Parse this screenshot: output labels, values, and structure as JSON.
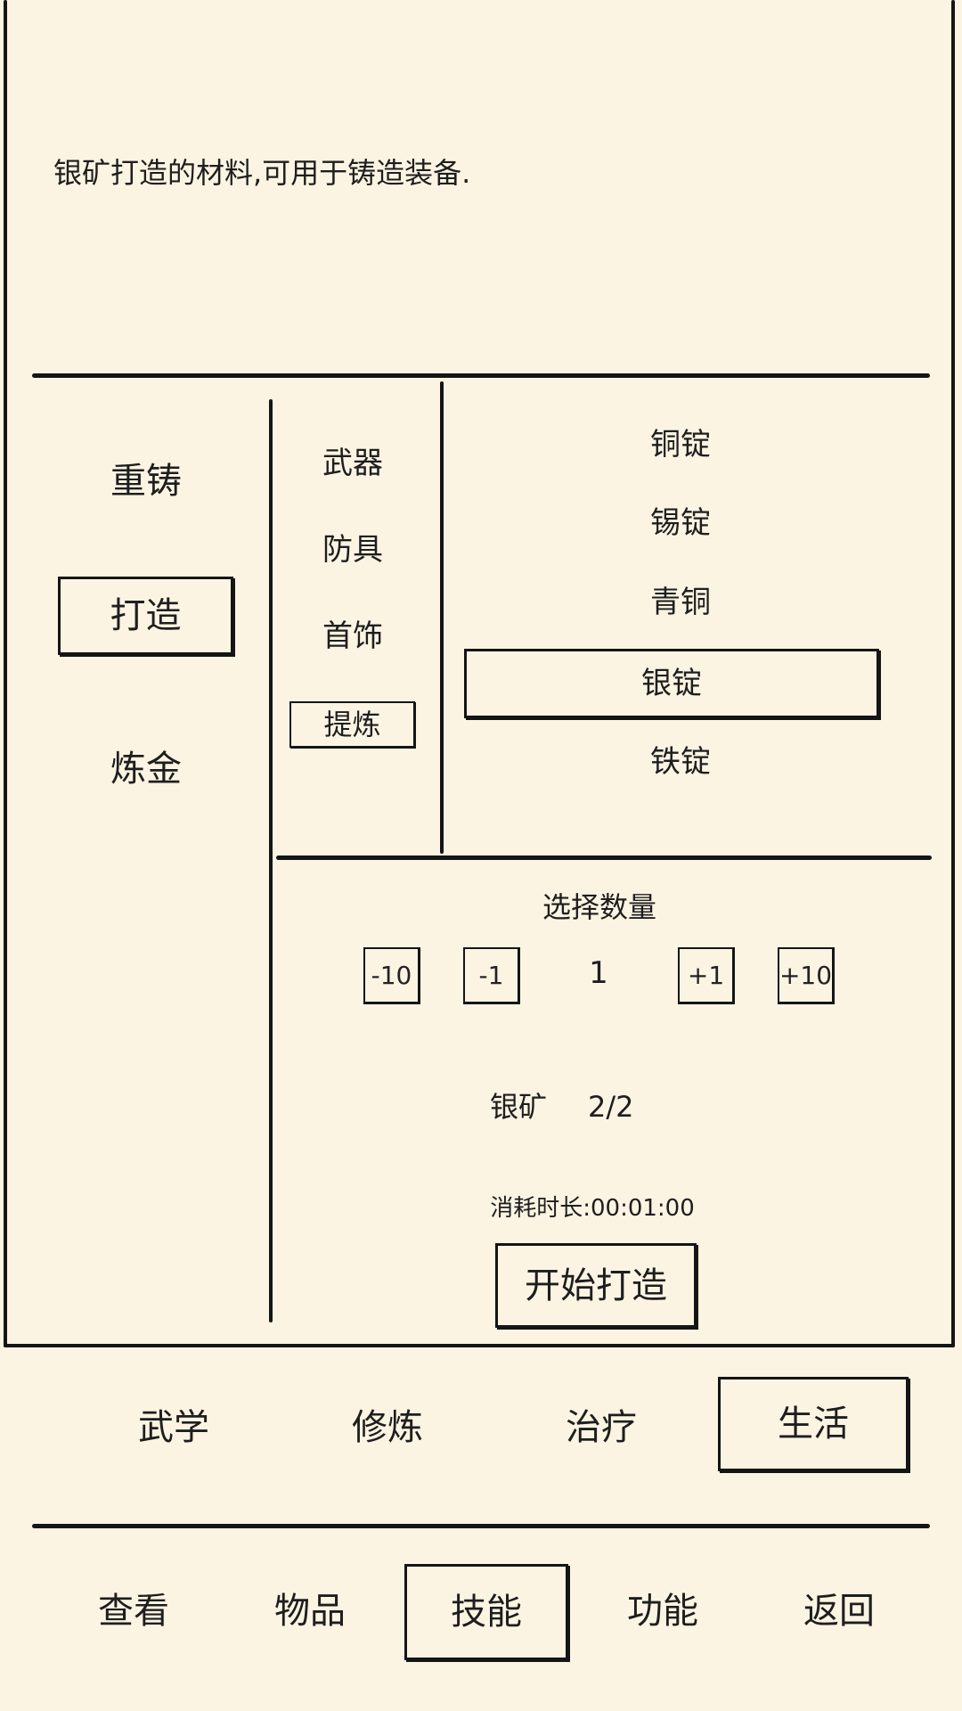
{
  "description": {
    "text": "银矿打造的材料,可用于铸造装备."
  },
  "modes": [
    {
      "label": "重铸"
    },
    {
      "label": "打造",
      "selected": true
    },
    {
      "label": "炼金"
    }
  ],
  "categories": [
    {
      "label": "武器"
    },
    {
      "label": "防具"
    },
    {
      "label": "首饰"
    },
    {
      "label": "提炼",
      "selected": true
    }
  ],
  "items": [
    {
      "label": "铜锭"
    },
    {
      "label": "锡锭"
    },
    {
      "label": "青铜"
    },
    {
      "label": "银锭",
      "selected": true
    },
    {
      "label": "铁锭"
    }
  ],
  "quantity": {
    "title": "选择数量",
    "minus10": "-10",
    "minus1": "-1",
    "value": "1",
    "plus1": "+1",
    "plus10": "+10"
  },
  "materials": {
    "name": "银矿",
    "count": "2/2"
  },
  "duration": {
    "text": "消耗时长:00:01:00"
  },
  "start_button": {
    "label": "开始打造"
  },
  "skill_tabs": [
    {
      "label": "武学"
    },
    {
      "label": "修炼"
    },
    {
      "label": "治疗"
    },
    {
      "label": "生活",
      "selected": true
    }
  ],
  "bottom_nav": [
    {
      "label": "查看"
    },
    {
      "label": "物品"
    },
    {
      "label": "技能",
      "selected": true
    },
    {
      "label": "功能"
    },
    {
      "label": "返回"
    }
  ]
}
